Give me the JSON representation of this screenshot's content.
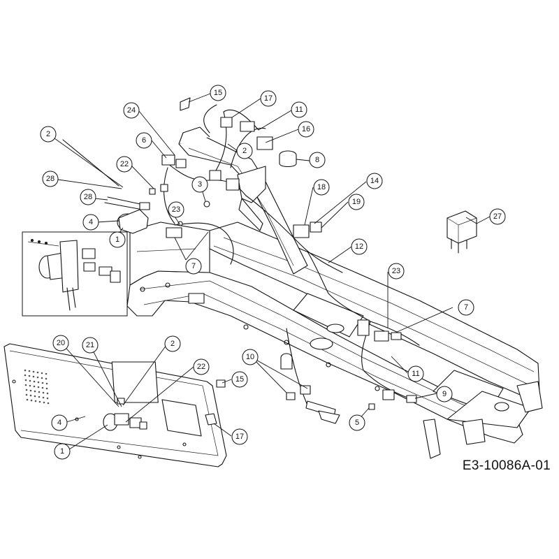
{
  "drawing": {
    "reference": "E3-10086A-01",
    "callouts": [
      "15",
      "17",
      "11",
      "24",
      "16",
      "2",
      "6",
      "8",
      "22",
      "3",
      "14",
      "18",
      "28",
      "19",
      "23",
      "4",
      "1",
      "12",
      "7",
      "27",
      "20",
      "21",
      "10",
      "15",
      "5",
      "9",
      "17"
    ]
  }
}
